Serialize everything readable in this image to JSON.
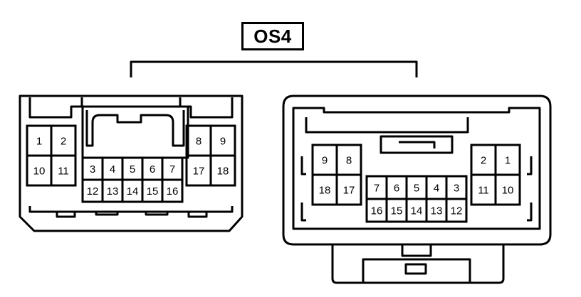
{
  "connector_label": "OS4",
  "left_connector": {
    "block_left": [
      [
        "1",
        "2"
      ],
      [
        "10",
        "11"
      ]
    ],
    "block_right": [
      [
        "8",
        "9"
      ],
      [
        "17",
        "18"
      ]
    ],
    "block_center": [
      [
        "3",
        "4",
        "5",
        "6",
        "7"
      ],
      [
        "12",
        "13",
        "14",
        "15",
        "16"
      ]
    ]
  },
  "right_connector": {
    "block_left": [
      [
        "9",
        "8"
      ],
      [
        "18",
        "17"
      ]
    ],
    "block_right": [
      [
        "2",
        "1"
      ],
      [
        "11",
        "10"
      ]
    ],
    "block_center": [
      [
        "7",
        "6",
        "5",
        "4",
        "3"
      ],
      [
        "16",
        "15",
        "14",
        "13",
        "12"
      ]
    ]
  }
}
